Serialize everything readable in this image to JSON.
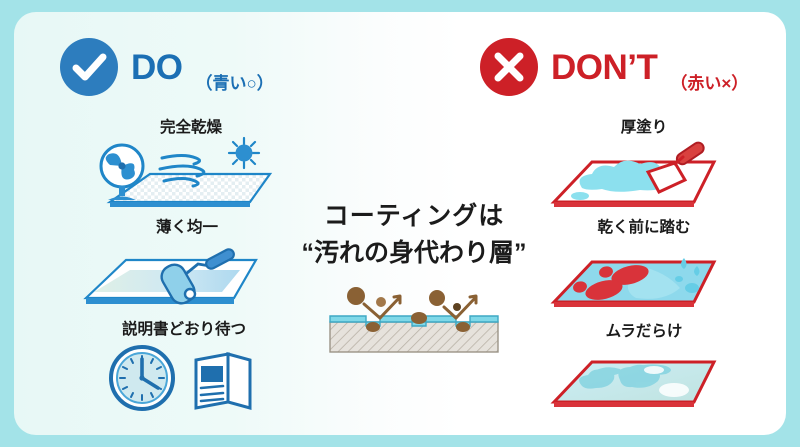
{
  "theme": {
    "outer_bg": "#a3e3e8",
    "card_left_bg": "#e7f8f6",
    "card_right_bg": "#ffffff",
    "do_color": "#1b6fb4",
    "do_badge": "#2d7dbe",
    "dont_color": "#cd2027",
    "dont_badge": "#cd2027",
    "coating_cyan": "#7fd8e8",
    "dirt_brown": "#8a6134",
    "text_dark": "#1b1b1b"
  },
  "headers": {
    "do": {
      "badge_icon": "check-circle-icon",
      "title": "DO",
      "sub": "（青い○）"
    },
    "dont": {
      "badge_icon": "cross-circle-icon",
      "title": "DON’T",
      "sub": "（赤い×）"
    }
  },
  "center": {
    "line1": "コーティングは",
    "line2": "“汚れの身代わり層”",
    "diagram_name": "coating-cross-section-diagram"
  },
  "do_items": [
    {
      "label": "完全乾燥",
      "art": "fan-sun-tile-art"
    },
    {
      "label": "薄く均一",
      "art": "roller-thin-coat-art"
    },
    {
      "label": "説明書どおり待つ",
      "art": "clock-manual-art"
    }
  ],
  "dont_items": [
    {
      "label": "厚塗り",
      "art": "trowel-puddle-art"
    },
    {
      "label": "乾く前に踏む",
      "art": "footprints-splash-art"
    },
    {
      "label": "ムラだらけ",
      "art": "streaky-uneven-art"
    }
  ]
}
